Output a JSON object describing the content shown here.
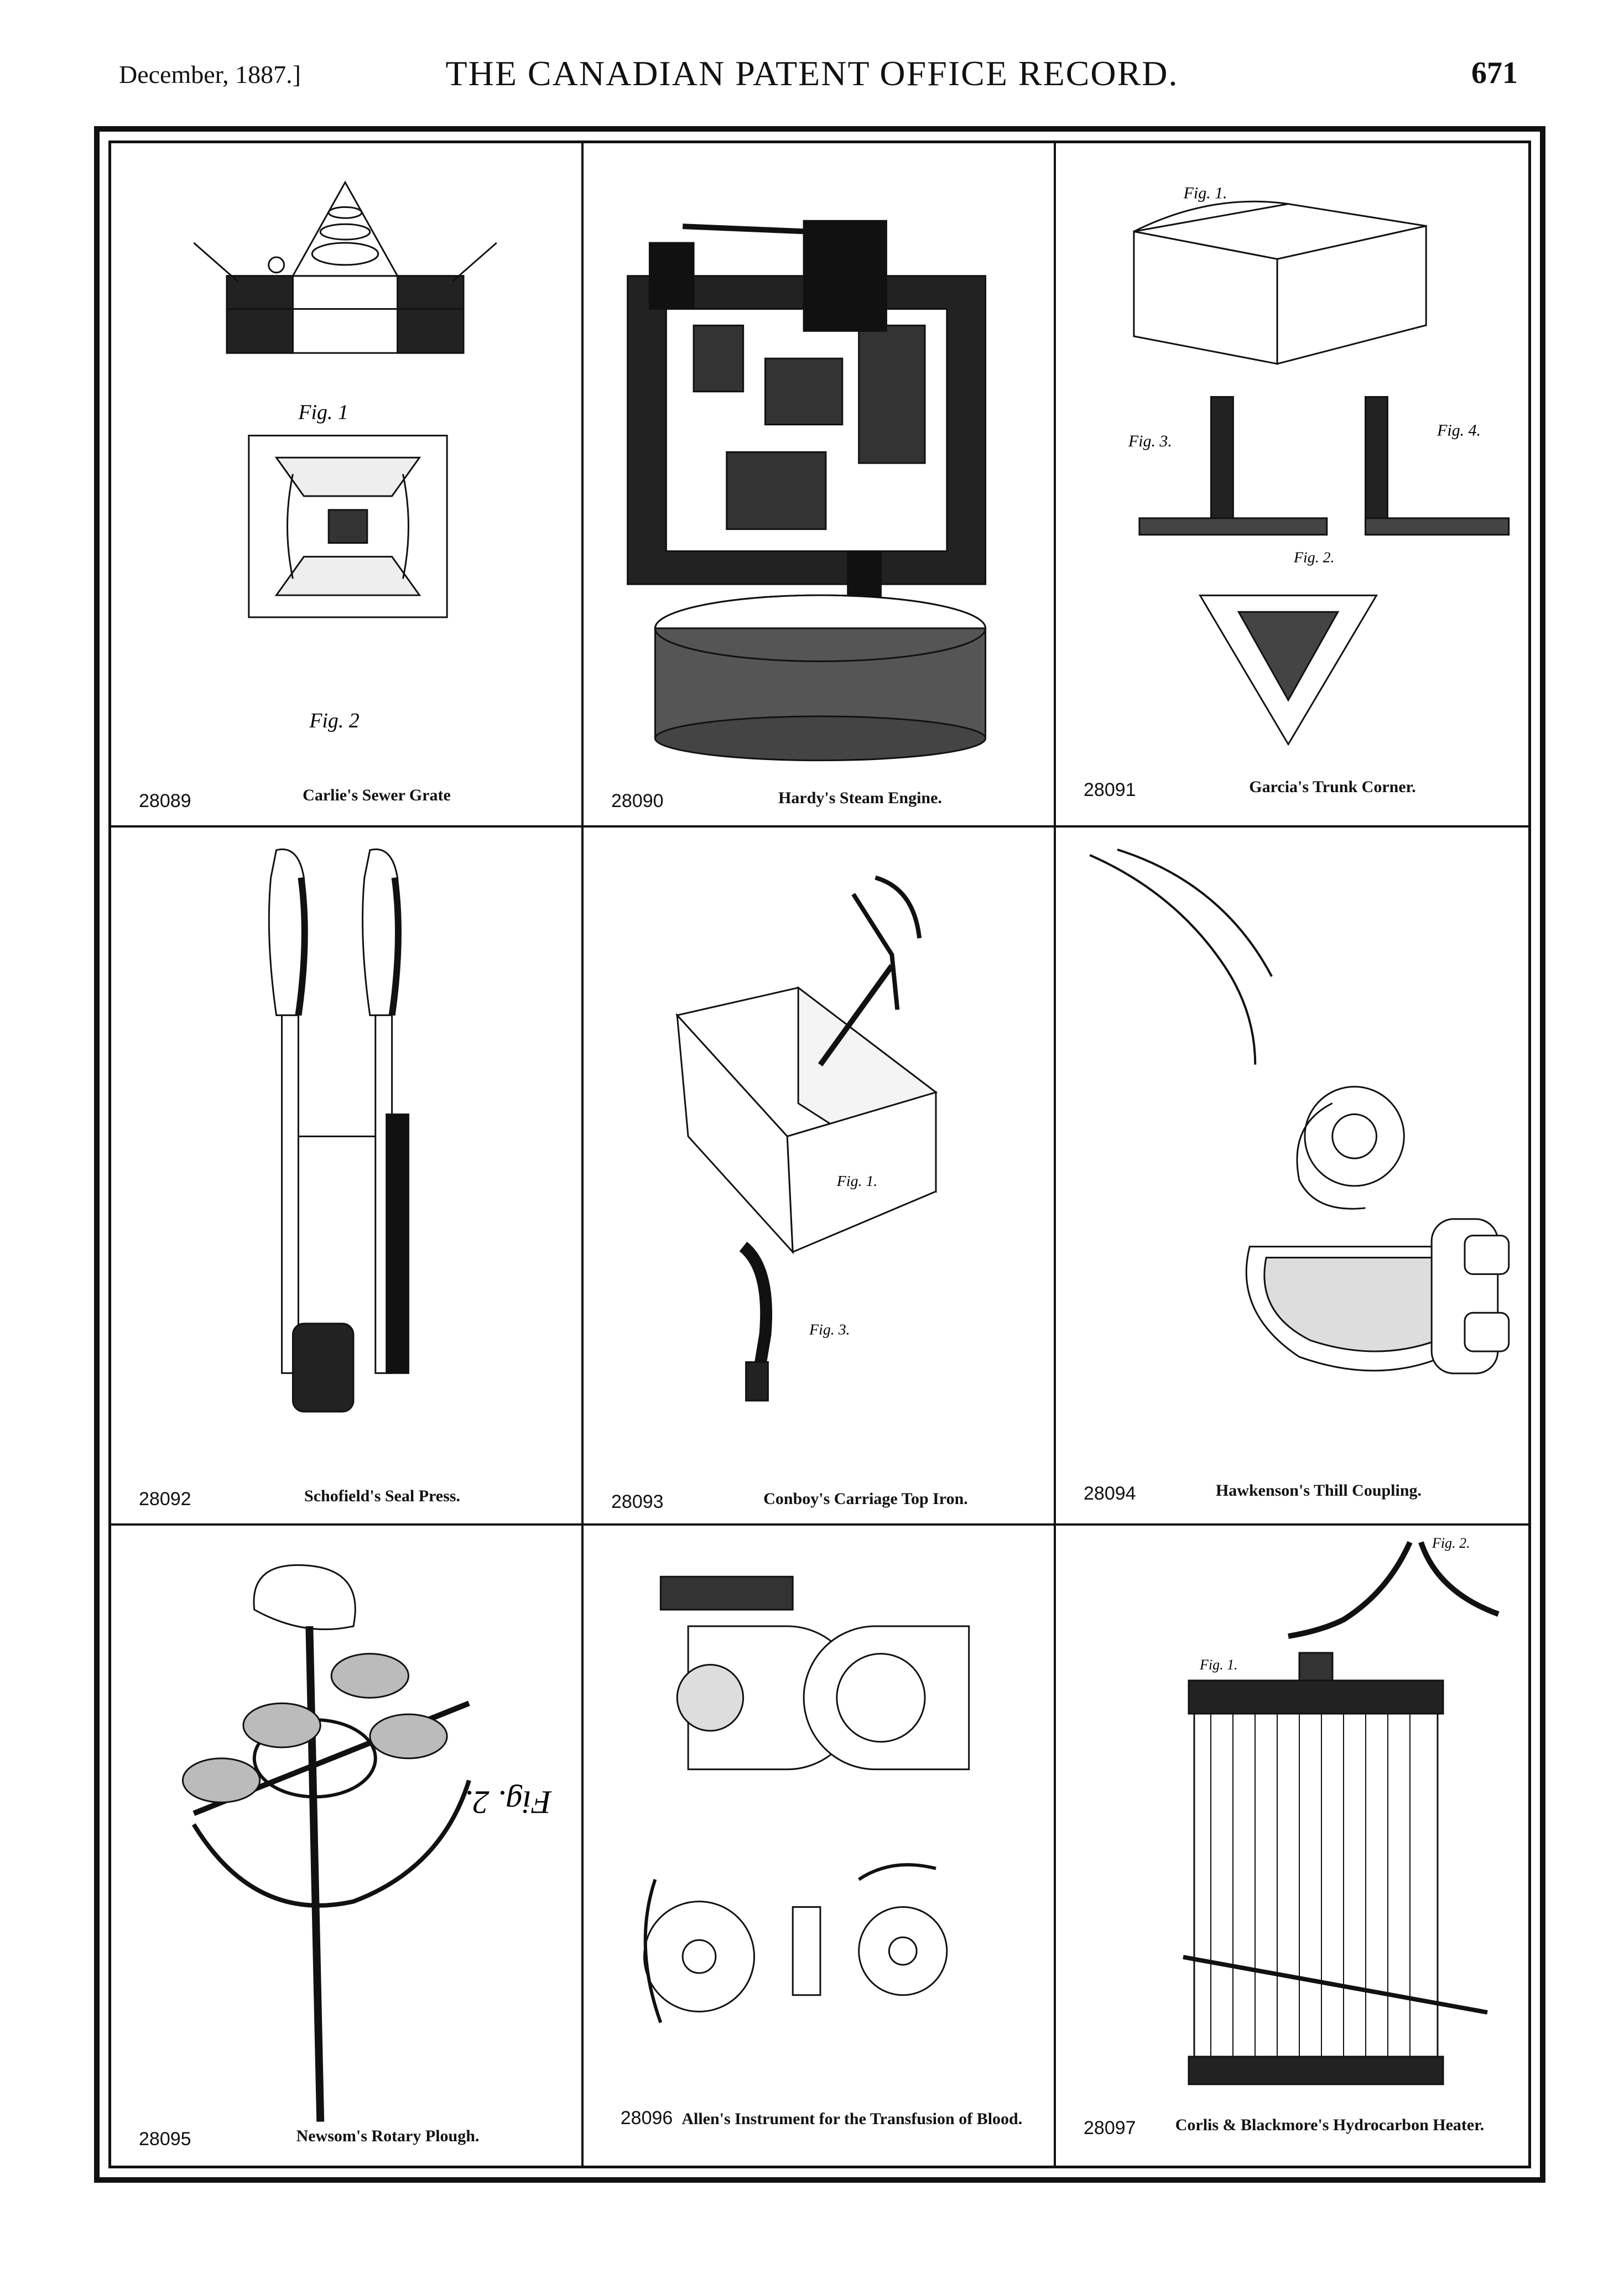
{
  "header": {
    "date": "December, 1887.]",
    "title": "THE CANADIAN PATENT OFFICE RECORD.",
    "page": "671"
  },
  "patents": [
    {
      "number": "28089",
      "title": "Carlie's Sewer Grate"
    },
    {
      "number": "28090",
      "title": "Hardy's Steam Engine."
    },
    {
      "number": "28091",
      "title": "Garcia's Trunk Corner."
    },
    {
      "number": "28092",
      "title": "Schofield's Seal Press."
    },
    {
      "number": "28093",
      "title": "Conboy's Carriage Top Iron."
    },
    {
      "number": "28094",
      "title": "Hawkenson's Thill Coupling."
    },
    {
      "number": "28095",
      "title": "Newsom's Rotary Plough."
    },
    {
      "number": "28096",
      "title": "Allen's Instrument for the Transfusion of Blood."
    },
    {
      "number": "28097",
      "title": "Corlis & Blackmore's Hydrocarbon Heater."
    }
  ],
  "figure_labels": {
    "sewer_fig1": "Fig. 1",
    "sewer_fig2": "Fig. 2",
    "trunk_fig1": "Fig. 1.",
    "trunk_fig3": "Fig. 3.",
    "trunk_fig4": "Fig. 4.",
    "trunk_fig2": "Fig. 2.",
    "carriage_fig1": "Fig. 1.",
    "carriage_fig3": "Fig. 3.",
    "plough_fig2": "Fig. 2.",
    "heater_fig1": "Fig. 1.",
    "heater_fig2": "Fig. 2."
  }
}
